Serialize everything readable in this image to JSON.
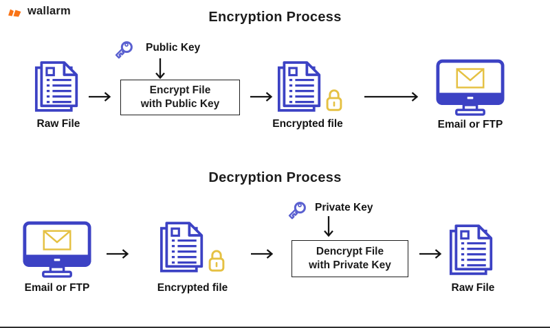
{
  "brand": {
    "name": "wallarm"
  },
  "colors": {
    "icon_blue": "#3c42c4",
    "key_indigo": "#5a60d0",
    "icon_yellow": "#e5c143",
    "brand_orange": "#f97316",
    "text_dark": "#1d1d1d"
  },
  "encryption": {
    "title": "Encryption Process",
    "source_label": "Raw File",
    "key_label": "Public Key",
    "box_line1": "Encrypt File",
    "box_line2": "with Public Key",
    "encrypted_label": "Encrypted file",
    "destination_label": "Email or FTP"
  },
  "decryption": {
    "title": "Decryption Process",
    "source_label": "Email or FTP",
    "key_label": "Private Key",
    "box_line1": "Dencrypt File",
    "box_line2": "with Private Key",
    "encrypted_label": "Encrypted file",
    "destination_label": "Raw File"
  },
  "icons": {
    "wallarm-flag-icon": "orange double-flag brand mark",
    "document-icon": "stacked document pages with text lines",
    "lock-icon": "padlock",
    "key-icon": "key",
    "monitor-email-icon": "monitor with envelope on screen",
    "arrow-right-icon": "→",
    "arrow-down-icon": "↓"
  }
}
